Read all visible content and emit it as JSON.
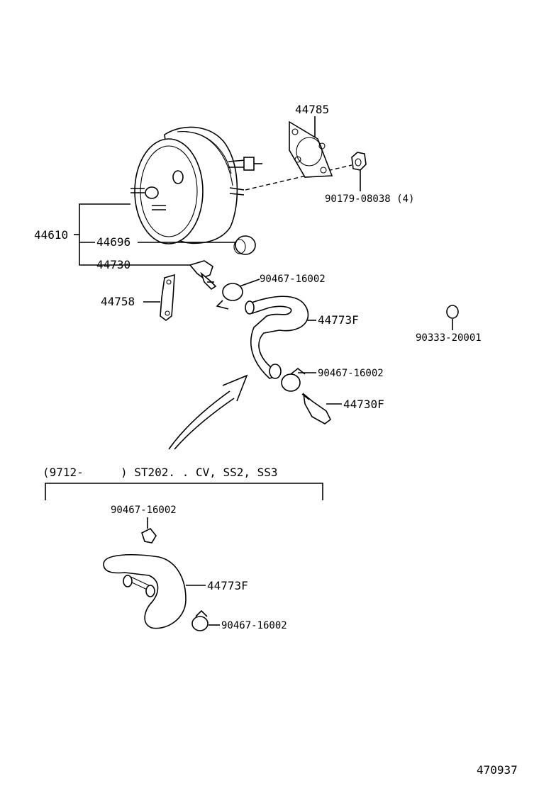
{
  "labels": {
    "p44785": "44785",
    "p90179": "90179-08038 (4)",
    "p44610": "44610",
    "p44696": "44696",
    "p44730": "44730",
    "p90467a": "90467-16002",
    "p44758": "44758",
    "p44773Fa": "44773F",
    "p90333": "90333-20001",
    "p90467b": "90467-16002",
    "p44730F": "44730F"
  },
  "variant": {
    "code": "(9712-",
    "models": ") ST202. . CV, SS2, SS3",
    "labels": {
      "p90467c": "90467-16002",
      "p44773Fb": "44773F",
      "p90467d": "90467-16002"
    }
  },
  "footer": {
    "diagram_number": "470937"
  }
}
